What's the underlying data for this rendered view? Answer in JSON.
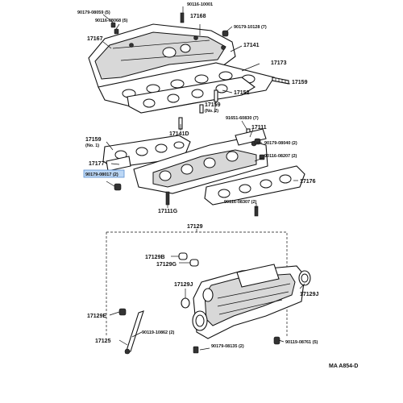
{
  "diagram": {
    "reference": "MA A854-D",
    "callouts": [
      {
        "text": "90116-10001"
      },
      {
        "text": "90179-08059 (5)"
      },
      {
        "text": "90116-08068 (5)"
      },
      {
        "text": "17168"
      },
      {
        "text": "90179-10128 (7)"
      },
      {
        "text": "17167"
      },
      {
        "text": "17141"
      },
      {
        "text": "17173"
      },
      {
        "text": "17159"
      },
      {
        "text": "17152"
      },
      {
        "text": "17159"
      },
      {
        "text": "(No. 2)"
      },
      {
        "text": "91651-60830 (7)"
      },
      {
        "text": "17141D"
      },
      {
        "text": "17111"
      },
      {
        "text": "17159"
      },
      {
        "text": "(No. 1)"
      },
      {
        "text": "90179-08040 (2)"
      },
      {
        "text": "17177"
      },
      {
        "text": "90116-08207 (2)"
      },
      {
        "text": "90179-08017 (2)",
        "highlighted": true
      },
      {
        "text": "17176"
      },
      {
        "text": "90116-08307 (2)"
      },
      {
        "text": "17111G"
      },
      {
        "text": "17129"
      },
      {
        "text": "17129B"
      },
      {
        "text": "17129G"
      },
      {
        "text": "17129J"
      },
      {
        "text": "17129J"
      },
      {
        "text": "17129E"
      },
      {
        "text": "90119-10862 (2)"
      },
      {
        "text": "17125"
      },
      {
        "text": "90179-08135 (2)"
      },
      {
        "text": "90119-08761 (5)"
      }
    ]
  }
}
